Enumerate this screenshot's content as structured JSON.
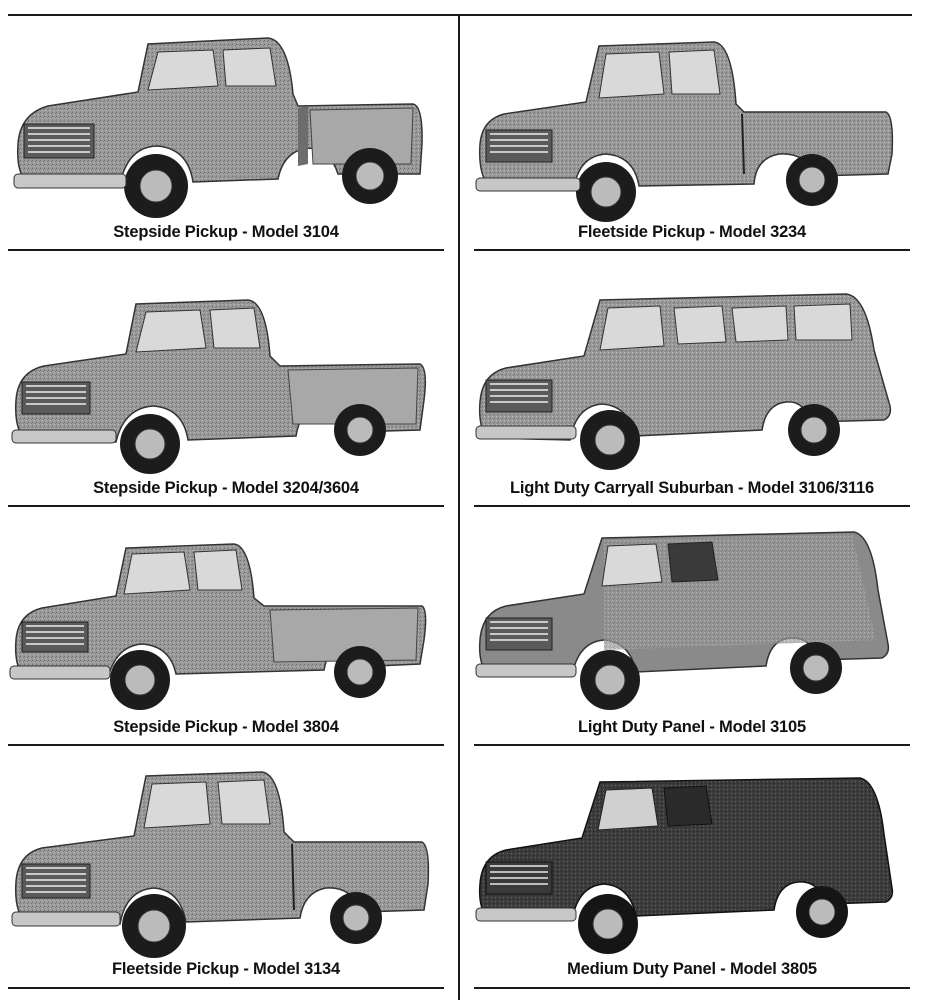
{
  "vehicles": [
    {
      "caption": "Stepside Pickup - Model 3104",
      "style": "stepside-short"
    },
    {
      "caption": "Fleetside Pickup - Model 3234",
      "style": "fleetside"
    },
    {
      "caption": "Stepside Pickup - Model 3204/3604",
      "style": "stepside-long"
    },
    {
      "caption": "Light Duty Carryall Suburban - Model 3106/3116",
      "style": "suburban"
    },
    {
      "caption": "Stepside Pickup - Model 3804",
      "style": "stepside-heavy"
    },
    {
      "caption": "Light Duty Panel - Model 3105",
      "style": "panel-light"
    },
    {
      "caption": "Fleetside Pickup - Model 3134",
      "style": "fleetside"
    },
    {
      "caption": "Medium Duty Panel - Model 3805",
      "style": "panel-dark"
    }
  ]
}
